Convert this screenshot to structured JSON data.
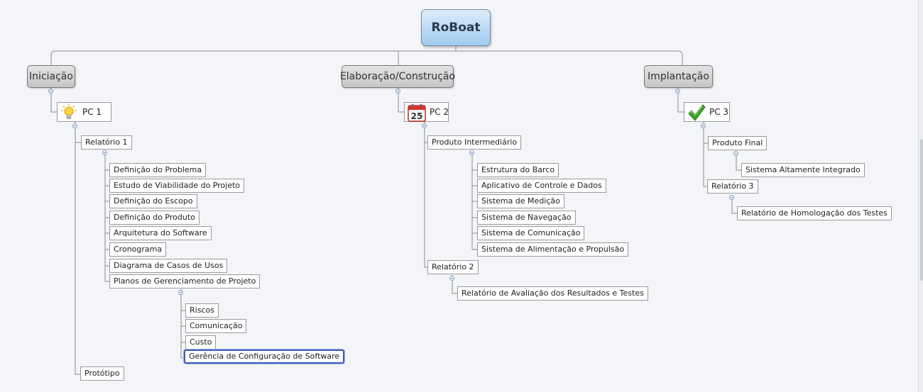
{
  "root": {
    "label": "RoBoat"
  },
  "branches": {
    "iniciacao": {
      "label": "Iniciação",
      "pc": "PC 1",
      "relatorio": "Relatório 1",
      "items": [
        "Definição do Problema",
        "Estudo de Viabilidade do Projeto",
        "Definição do Escopo",
        "Definição do Produto",
        "Arquitetura do Software",
        "Cronograma",
        "Diagrama de Casos de Usos",
        "Planos de Gerenciamento de Projeto"
      ],
      "planos": [
        "Riscos",
        "Comunicação",
        "Custo",
        "Gerência de Configuração de Software"
      ],
      "prototipo": "Protótipo"
    },
    "elaboracao": {
      "label": "Elaboração/Construção",
      "pc": "PC 2",
      "calendar_day": "25",
      "produto": "Produto Intermediário",
      "items": [
        "Estrutura do Barco",
        "Aplicativo de Controle e Dados",
        "Sistema de Medição",
        "Sistema de Navegação",
        "Sistema de Comunicação",
        "Sistema de Alimentação e Propulsão"
      ],
      "relatorio": "Relatório 2",
      "relatorio_item": "Relatório de Avaliação dos Resultados e Testes"
    },
    "implantacao": {
      "label": "Implantação",
      "pc": "PC 3",
      "produto": "Produto Final",
      "produto_item": "Sistema Altamente Integrado",
      "relatorio": "Relatório 3",
      "relatorio_item": "Relatório de Homologação dos Testes"
    }
  },
  "icons": {
    "pc1": "lightbulb-icon",
    "pc2": "calendar-icon",
    "pc3": "checkmark-icon"
  },
  "colors": {
    "root_fill": "#9fcbef",
    "selected_border": "#3a5fb5",
    "check": "#3aa12a",
    "calendar": "#d8342c"
  }
}
